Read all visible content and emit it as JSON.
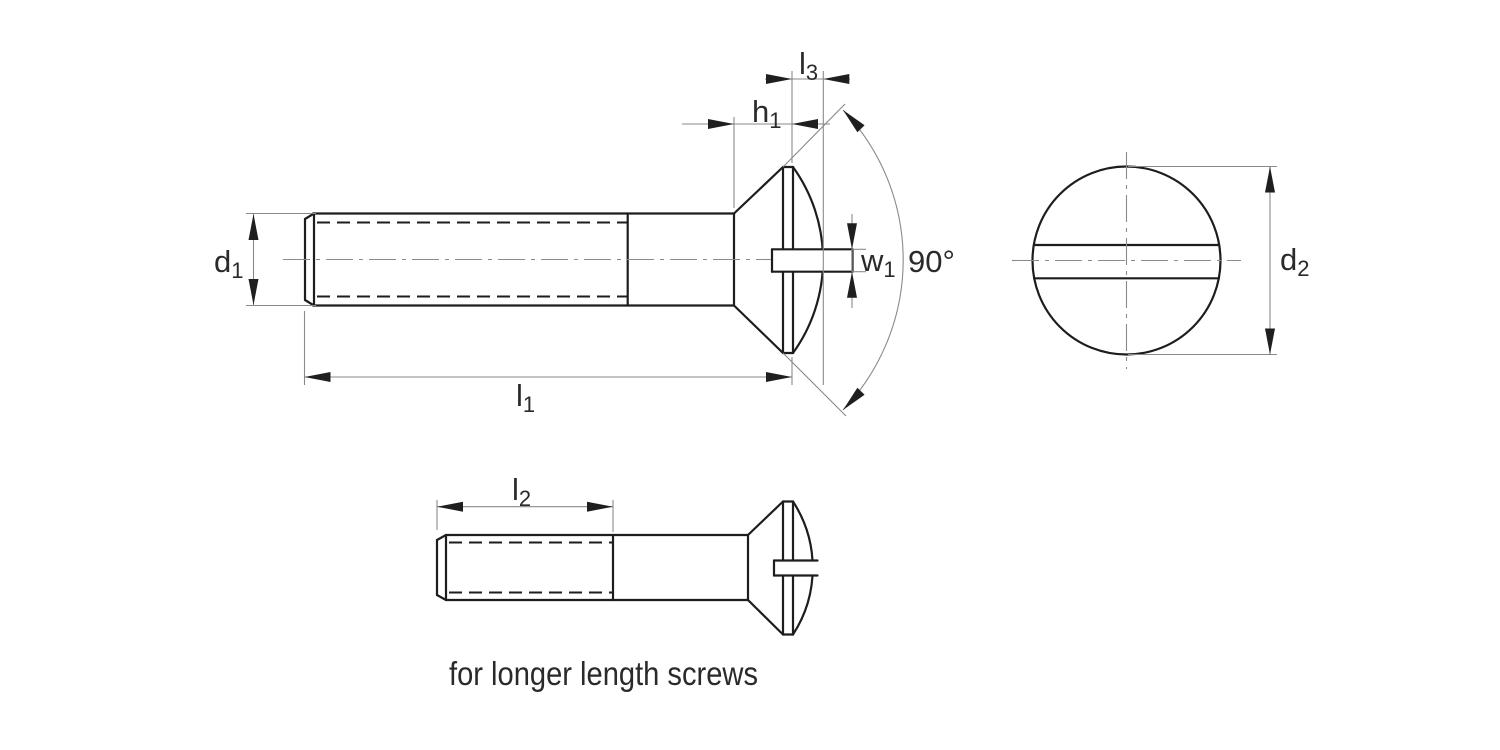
{
  "drawing": {
    "type": "technical-drawing",
    "subject": "slotted raised countersunk head screw",
    "caption": "for longer length screws",
    "labels": {
      "d1": {
        "base": "d",
        "sub": "1"
      },
      "l1": {
        "base": "l",
        "sub": "1"
      },
      "h1": {
        "base": "h",
        "sub": "1"
      },
      "l3": {
        "base": "l",
        "sub": "3"
      },
      "w1": {
        "base": "w",
        "sub": "1"
      },
      "angle": "90°",
      "d2": {
        "base": "d",
        "sub": "2"
      },
      "l2": {
        "base": "l",
        "sub": "2"
      }
    },
    "colors": {
      "background": "#ffffff",
      "outline": "#1d1d1d",
      "thin_line": "#8a8a8a",
      "arrow": "#1f1f1f",
      "text": "#2a2a2a"
    }
  }
}
